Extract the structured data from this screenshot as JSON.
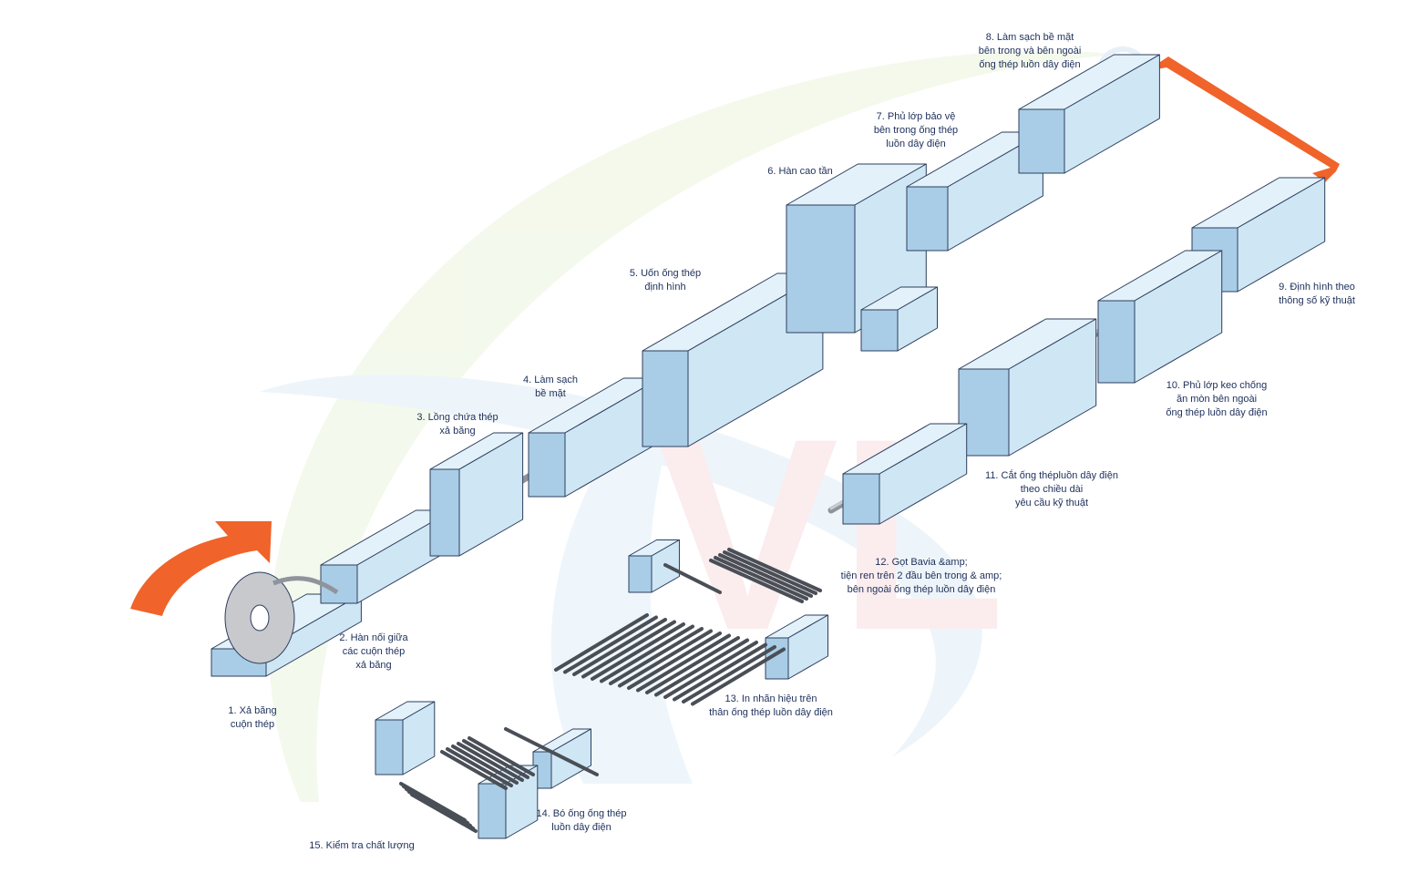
{
  "accent": {
    "arrow": "#f0632a",
    "box_front": "#cfe6f5",
    "box_top": "#e3f1fa",
    "box_side": "#a9cde6",
    "outline": "#2d3e5c",
    "pipe": "#b9bcc2",
    "label": "#1d2f5a"
  },
  "watermark": {
    "letters": "VL",
    "registered": "R"
  },
  "steps": [
    {
      "name": "step-1",
      "lines": [
        "1. Xả băng",
        "cuộn thép"
      ]
    },
    {
      "name": "step-2",
      "lines": [
        "2. Hàn nối giữa",
        "các cuộn thép",
        "xả băng"
      ]
    },
    {
      "name": "step-3",
      "lines": [
        "3. Lồng chứa thép",
        "xả băng"
      ]
    },
    {
      "name": "step-4",
      "lines": [
        "4. Làm sạch",
        "bề mặt"
      ]
    },
    {
      "name": "step-5",
      "lines": [
        "5. Uốn ống thép",
        "định hình"
      ]
    },
    {
      "name": "step-6",
      "lines": [
        "6. Hàn cao tần"
      ]
    },
    {
      "name": "step-7",
      "lines": [
        "7. Phủ lớp bảo vệ",
        "bên trong ống thép",
        "luồn dây điện"
      ]
    },
    {
      "name": "step-8",
      "lines": [
        "8. Làm sạch bề mặt",
        "bên trong và bên ngoài",
        "ống thép luồn dây điện"
      ]
    },
    {
      "name": "step-9",
      "lines": [
        "9. Định hình theo",
        "thông số kỹ thuật"
      ]
    },
    {
      "name": "step-10",
      "lines": [
        "10. Phủ lớp keo chống",
        "ăn mòn bên ngoài",
        "ống thép luồn dây điện"
      ]
    },
    {
      "name": "step-11",
      "lines": [
        "11. Cắt ống thépluồn dây điện",
        "theo chiều dài",
        "yêu cầu kỹ thuật"
      ]
    },
    {
      "name": "step-12",
      "lines": [
        "12. Gọt Bavia &amp;",
        "tiện ren trên 2 đầu bên trong & amp;",
        "bên ngoài ống thép luồn dây điện"
      ]
    },
    {
      "name": "step-13",
      "lines": [
        "13. In nhãn hiệu trên",
        "thân ống thép luồn dây điện"
      ]
    },
    {
      "name": "step-14",
      "lines": [
        "14. Bó ống ống thép",
        "luồn dây điện"
      ]
    },
    {
      "name": "step-15",
      "lines": [
        "15. Kiểm tra chất lượng"
      ]
    }
  ]
}
